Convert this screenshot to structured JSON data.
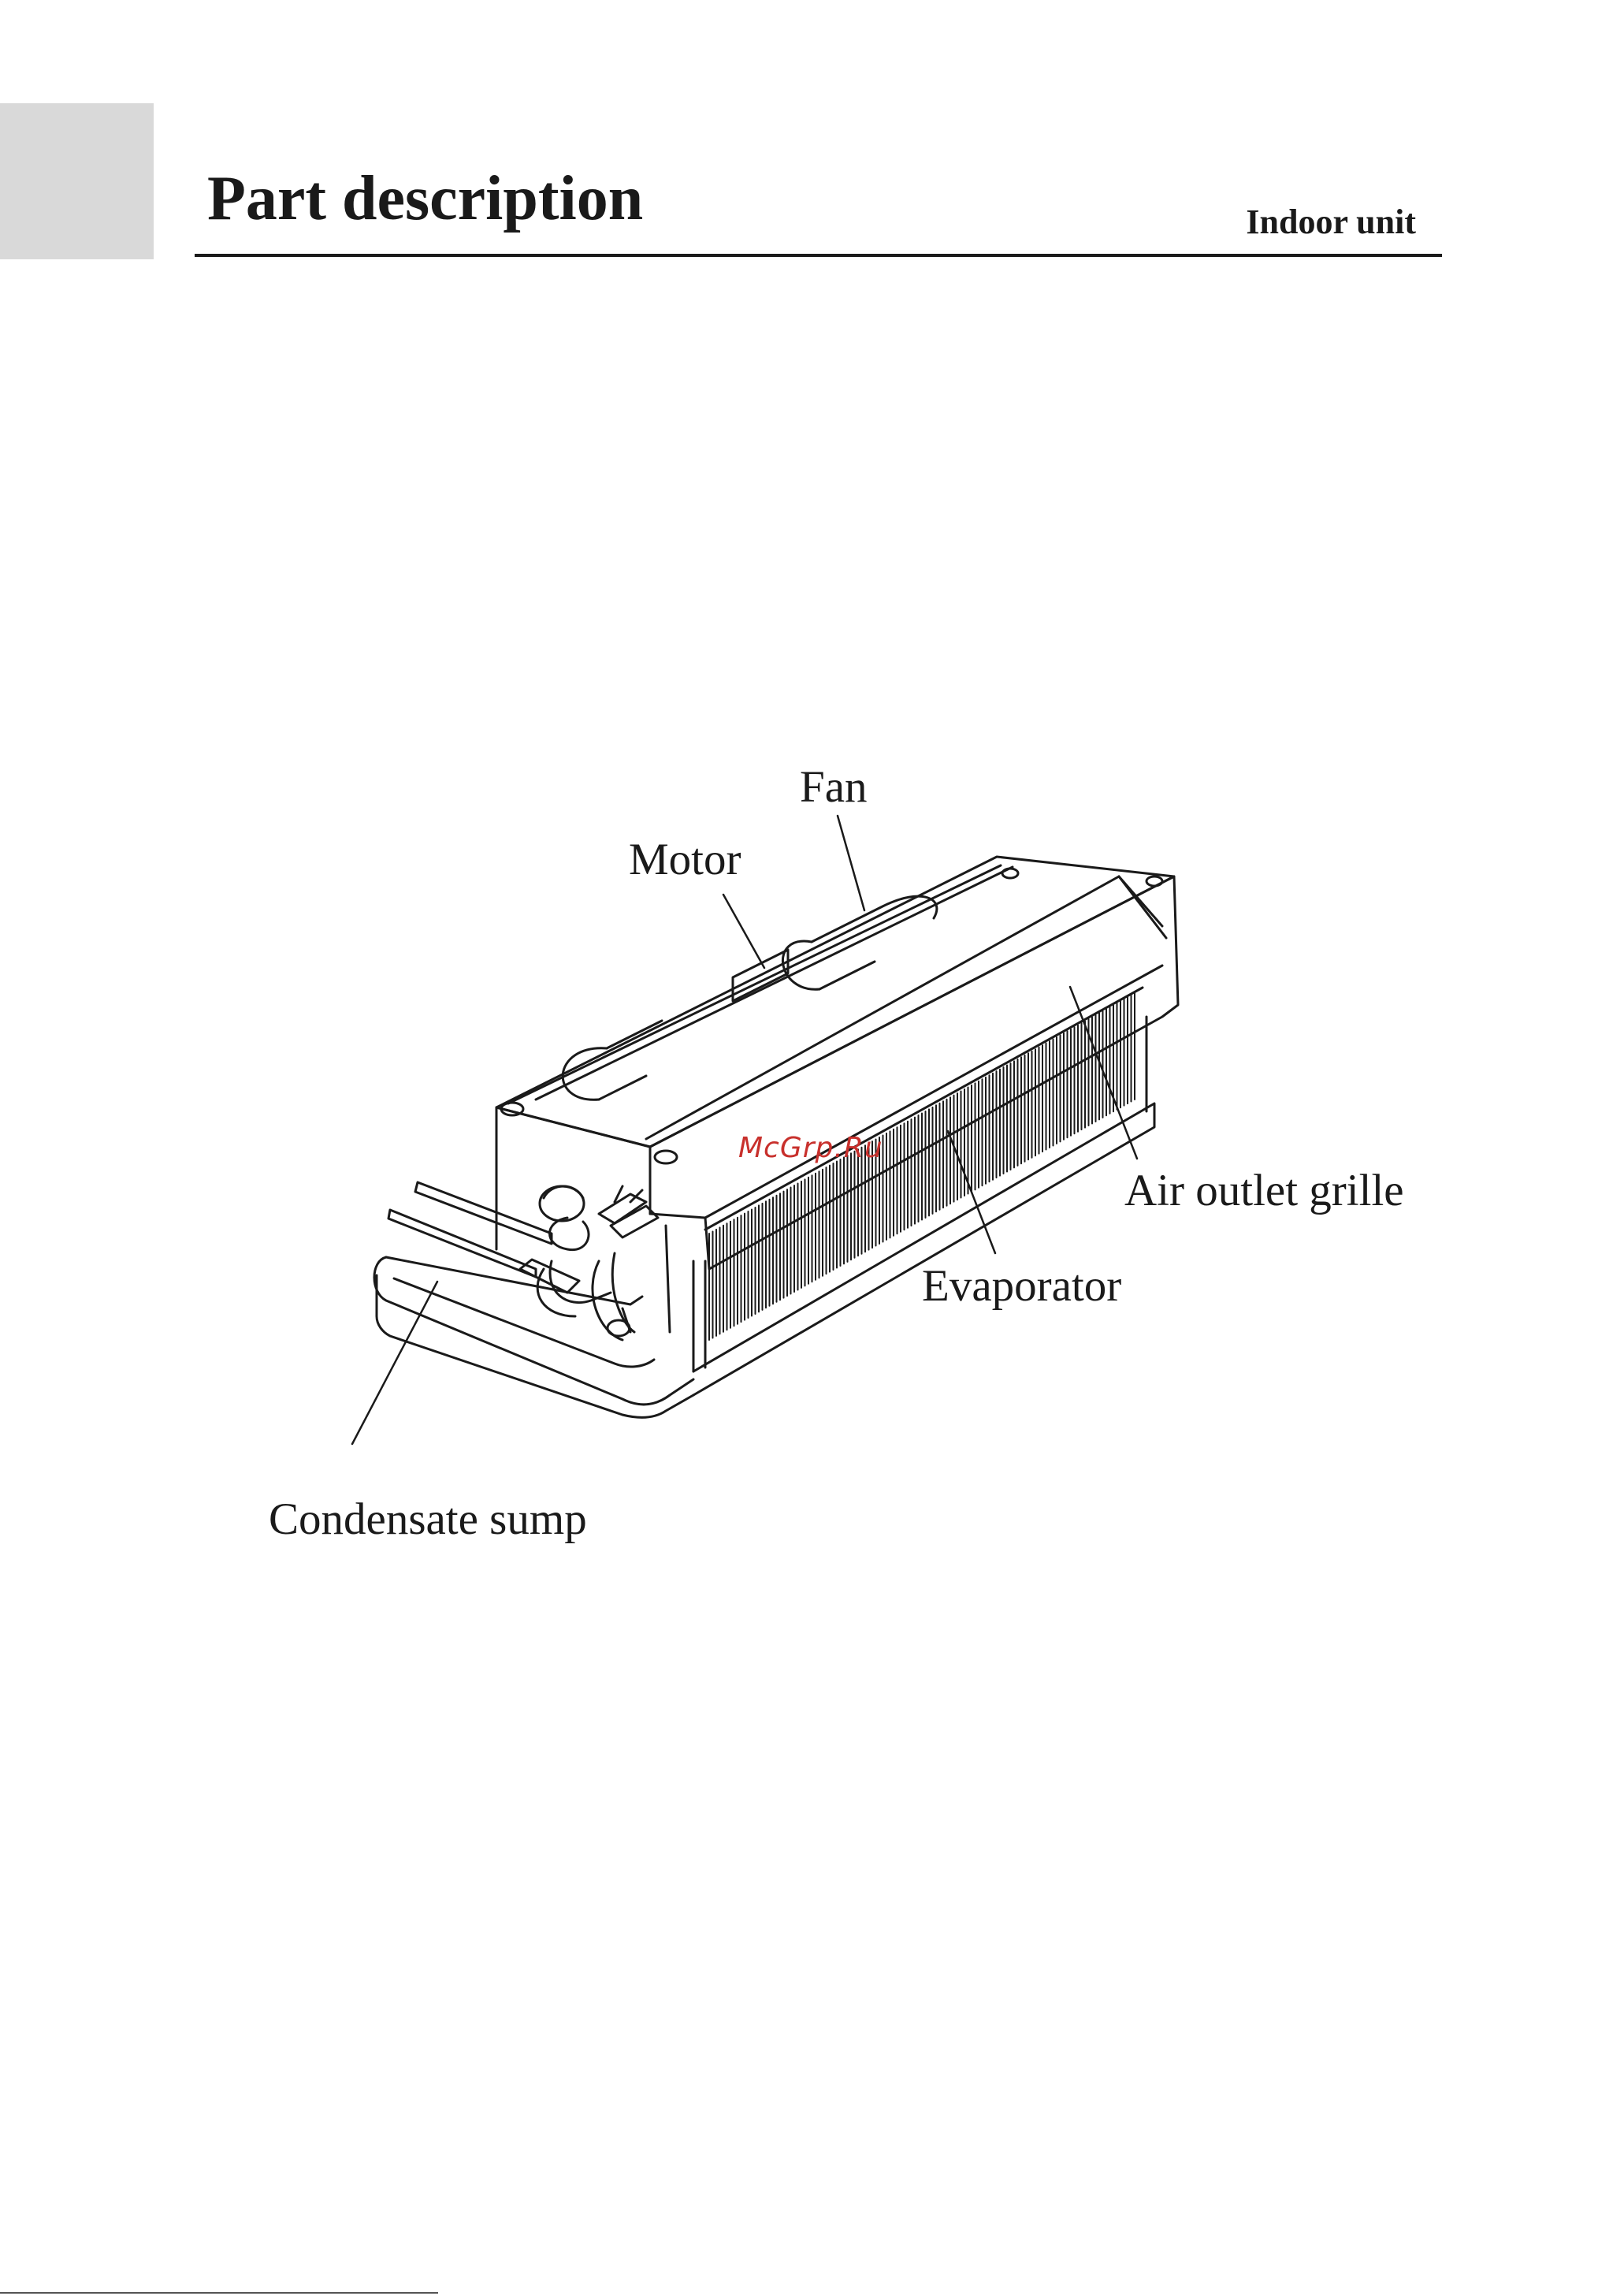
{
  "header": {
    "title": "Part description",
    "section": "Indoor unit"
  },
  "diagram": {
    "labels": {
      "fan": "Fan",
      "motor": "Motor",
      "air_outlet_grille": "Air outlet grille",
      "evaporator": "Evaporator",
      "condensate_sump": "Condensate sump"
    },
    "watermark": "McGrp.Ru"
  },
  "colors": {
    "text": "#1a1a1a",
    "side_tab": "#d9d9d9",
    "watermark": "#c8302c"
  }
}
